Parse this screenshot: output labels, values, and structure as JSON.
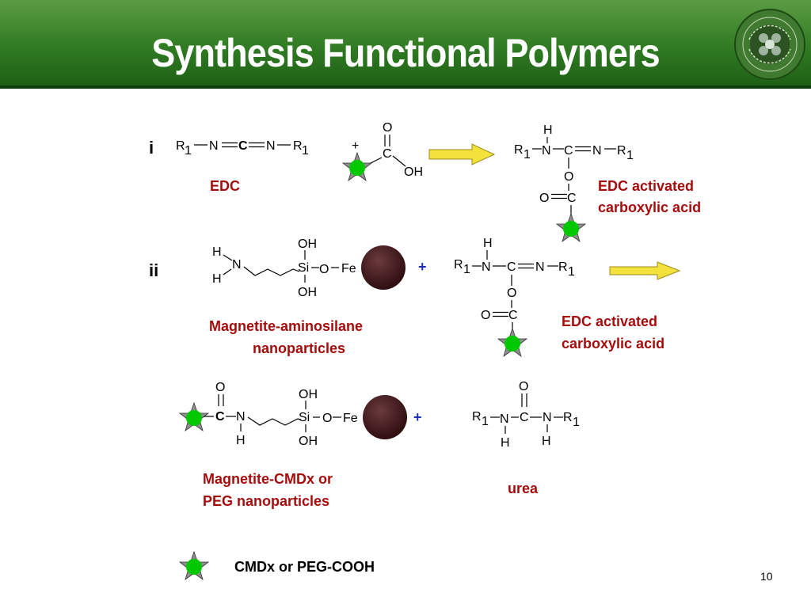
{
  "slide": {
    "title": "Synthesis Functional Polymers",
    "page_number": "10",
    "header_color": "#2f7a22"
  },
  "colors": {
    "label_red": "#a50d0d",
    "star_fill": "#00c800",
    "arrow_fill": "#f3e23b",
    "plus_blue": "#1c2fb4",
    "particle": "#5a2226"
  },
  "step_i": {
    "marker": "i",
    "plus": "+",
    "edc_label": "EDC",
    "product_label_line1": "EDC activated",
    "product_label_line2": "carboxylic acid"
  },
  "step_ii": {
    "marker": "ii",
    "plus": "+",
    "reactant_label_line1": "Magnetite-aminosilane",
    "reactant_label_line2": "nanoparticles",
    "activated_label_line1": "EDC activated",
    "activated_label_line2": "carboxylic acid"
  },
  "step_iii": {
    "plus": "+",
    "product_label_line1": "Magnetite-CMDx or",
    "product_label_line2": "PEG nanoparticles",
    "urea_label": "urea"
  },
  "legend": {
    "text": "CMDx or PEG-COOH",
    "icon": "green-star-circle-icon"
  },
  "atoms": {
    "R": "R",
    "sub1": "1",
    "N": "N",
    "C": "C",
    "O": "O",
    "H": "H",
    "OH": "OH",
    "Si": "Si",
    "Fe": "Fe"
  }
}
